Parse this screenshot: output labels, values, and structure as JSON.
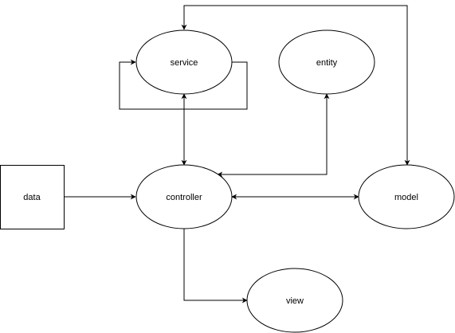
{
  "diagram": {
    "nodes": {
      "service": {
        "label": "service",
        "shape": "ellipse"
      },
      "entity": {
        "label": "entity",
        "shape": "ellipse"
      },
      "data": {
        "label": "data",
        "shape": "rectangle"
      },
      "controller": {
        "label": "controller",
        "shape": "ellipse"
      },
      "model": {
        "label": "model",
        "shape": "ellipse"
      },
      "view": {
        "label": "view",
        "shape": "ellipse"
      }
    },
    "edges": [
      {
        "from": "service",
        "to": "service",
        "direction": "forward"
      },
      {
        "from": "service",
        "to": "controller",
        "direction": "both"
      },
      {
        "from": "entity",
        "to": "controller",
        "direction": "both"
      },
      {
        "from": "model",
        "to": "service",
        "direction": "both"
      },
      {
        "from": "data",
        "to": "controller",
        "direction": "forward"
      },
      {
        "from": "controller",
        "to": "model",
        "direction": "both"
      },
      {
        "from": "controller",
        "to": "view",
        "direction": "forward"
      }
    ],
    "colors": {
      "stroke": "#000000",
      "fill": "#ffffff",
      "text": "#000000"
    }
  }
}
